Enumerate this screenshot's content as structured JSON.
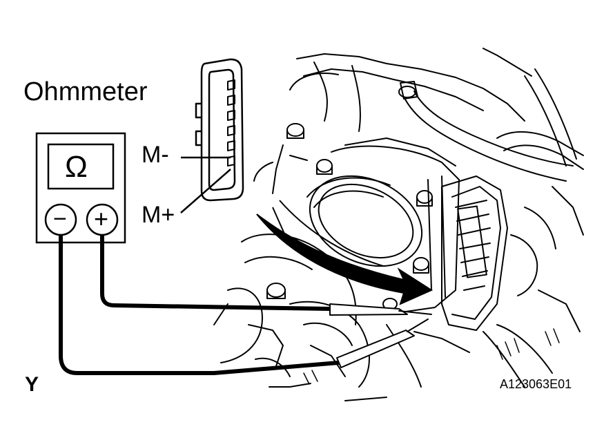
{
  "diagram": {
    "title": "Ohmmeter",
    "ohm_symbol": "Ω",
    "meter_negative_symbol": "−",
    "meter_positive_symbol": "+",
    "terminal_labels": {
      "m_minus": "M-",
      "m_plus": "M+"
    },
    "wire_color_code": "Y",
    "figure_code": "A123063E01"
  }
}
